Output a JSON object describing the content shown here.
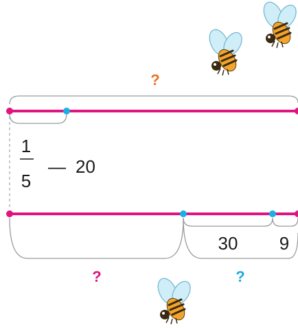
{
  "colors": {
    "segment_line": "#e0147e",
    "point_magenta": "#e0147e",
    "point_cyan": "#1ab0e6",
    "brace": "#9a9a9a",
    "dashed_connector": "#aaaaaa",
    "question_orange": "#f07020",
    "question_magenta": "#d8147c",
    "question_cyan": "#1ea8e0",
    "text": "#1a1a1a"
  },
  "top_segment": {
    "total_label": "?"
  },
  "relation": {
    "fraction_numerator": "1",
    "fraction_denominator": "5",
    "operator": "—",
    "value": "20"
  },
  "bottom_segment": {
    "first_part_label": "?",
    "second_part_label": "?",
    "sub_part_a": "30",
    "sub_part_b": "9"
  },
  "decorations": {
    "icons": [
      "bee-icon",
      "bee-icon",
      "bee-icon"
    ]
  }
}
